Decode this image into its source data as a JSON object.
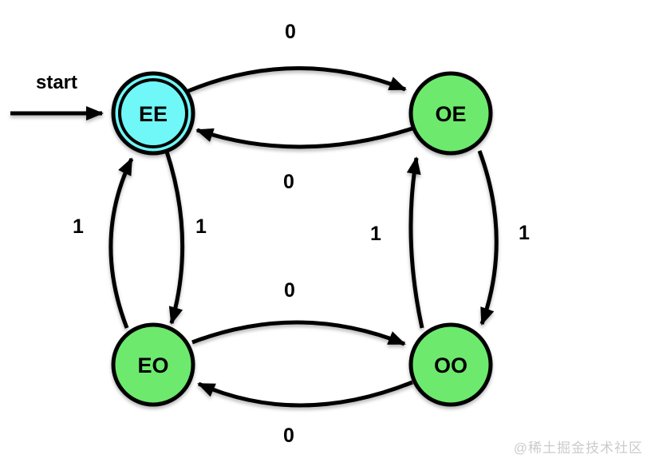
{
  "diagram": {
    "type": "finite-state-machine",
    "start_label": "start",
    "states": [
      {
        "id": "EE",
        "label": "EE",
        "accepting": true,
        "is_start": true
      },
      {
        "id": "OE",
        "label": "OE",
        "accepting": false,
        "is_start": false
      },
      {
        "id": "EO",
        "label": "EO",
        "accepting": false,
        "is_start": false
      },
      {
        "id": "OO",
        "label": "OO",
        "accepting": false,
        "is_start": false
      }
    ],
    "transitions": [
      {
        "from": "EE",
        "to": "OE",
        "symbol": "0"
      },
      {
        "from": "OE",
        "to": "EE",
        "symbol": "0"
      },
      {
        "from": "EE",
        "to": "EO",
        "symbol": "1"
      },
      {
        "from": "EO",
        "to": "EE",
        "symbol": "1"
      },
      {
        "from": "OE",
        "to": "OO",
        "symbol": "1"
      },
      {
        "from": "OO",
        "to": "OE",
        "symbol": "1"
      },
      {
        "from": "EO",
        "to": "OO",
        "symbol": "0"
      },
      {
        "from": "OO",
        "to": "EO",
        "symbol": "0"
      }
    ],
    "colors": {
      "accepting_state_fill": "#70F7F7",
      "state_fill": "#6DE96D",
      "edge_stroke": "#000000",
      "label_color": "#000000",
      "watermark_color": "#CBCBCB",
      "background": "#FFFFFF"
    }
  },
  "watermark": "@稀土掘金技术社区"
}
